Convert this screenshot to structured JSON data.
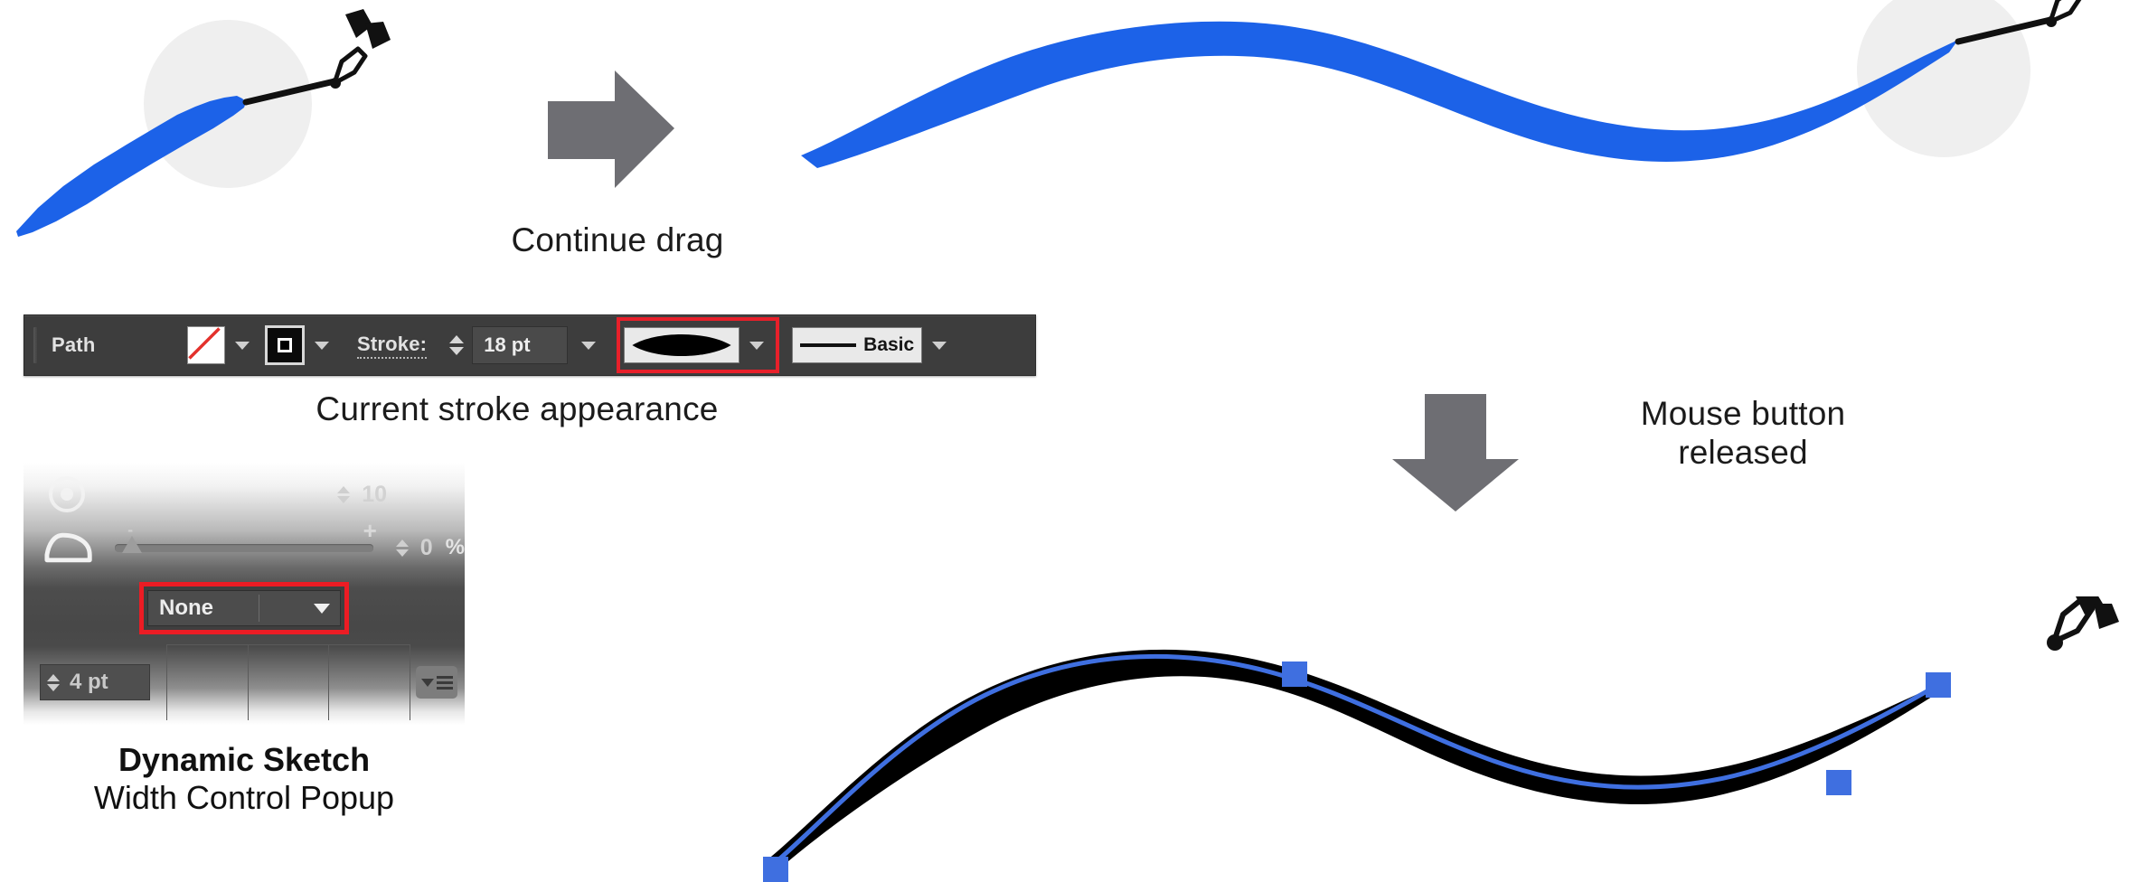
{
  "captions": {
    "continue_drag": "Continue drag",
    "current_stroke_appearance": "Current stroke appearance",
    "mouse_button_released": "Mouse button\nreleased",
    "panel_title": "Dynamic Sketch",
    "panel_subtitle": "Width Control Popup"
  },
  "control_bar": {
    "object_label": "Path",
    "fill_swatch": "none-fill-swatch",
    "fill_dropdown_icon": "chevron-down-icon",
    "stroke_swatch": "stroke-color-swatch",
    "stroke_dropdown_icon": "chevron-down-icon",
    "stroke_label": "Stroke:",
    "stroke_weight": "18 pt",
    "stroke_weight_stepper": "stepper-arrows",
    "stroke_weight_dropdown_icon": "chevron-down-icon",
    "stroke_profile": "width-profile-swatch",
    "stroke_profile_dropdown_icon": "chevron-down-icon",
    "brush_definition": "Basic",
    "brush_dropdown_icon": "chevron-down-icon",
    "highlight_color": "#e8202a"
  },
  "sketch_popup": {
    "target_icon": "bullseye-icon",
    "target_value": "10",
    "smoothing_icon": "iron-smoothing-icon",
    "smoothing_slider_min": "-",
    "smoothing_slider_max": "+",
    "smoothing_value": "0",
    "smoothing_unit": "%",
    "width_profile_value": "None",
    "width_profile_dropdown_icon": "triangle-down-icon",
    "min_width_value": "4 pt",
    "panel_menu_icon": "panel-menu-icon",
    "highlight_color": "#ec1c24"
  },
  "artwork": {
    "stroke_blue": "#1c62e8",
    "path_black": "#000000",
    "anchor_blue": "#3f6fe0",
    "cursor_circle": "#efefef",
    "arrow_gray": "#6e6e73",
    "pen_cursor": "pen-tool-cursor-icon",
    "arrow_right": "arrow-right-icon",
    "arrow_down": "arrow-down-icon"
  }
}
